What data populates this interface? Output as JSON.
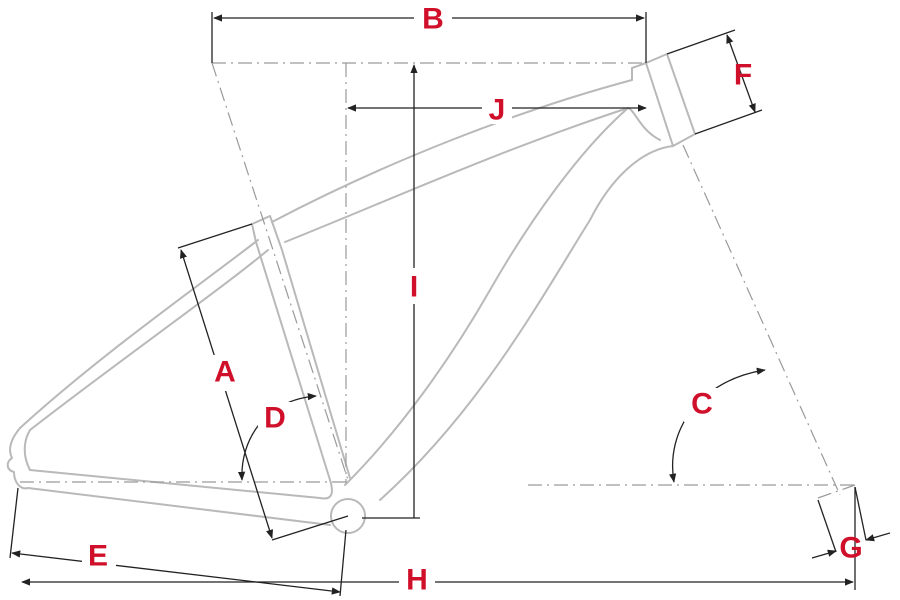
{
  "labels": {
    "a": "A",
    "b": "B",
    "c": "C",
    "d": "D",
    "e": "E",
    "f": "F",
    "g": "G",
    "h": "H",
    "i": "I",
    "j": "J"
  },
  "colors": {
    "label": "#d0102a",
    "frame": "#b9b9b9",
    "guide": "#9a9a9a",
    "dimension": "#222222"
  }
}
